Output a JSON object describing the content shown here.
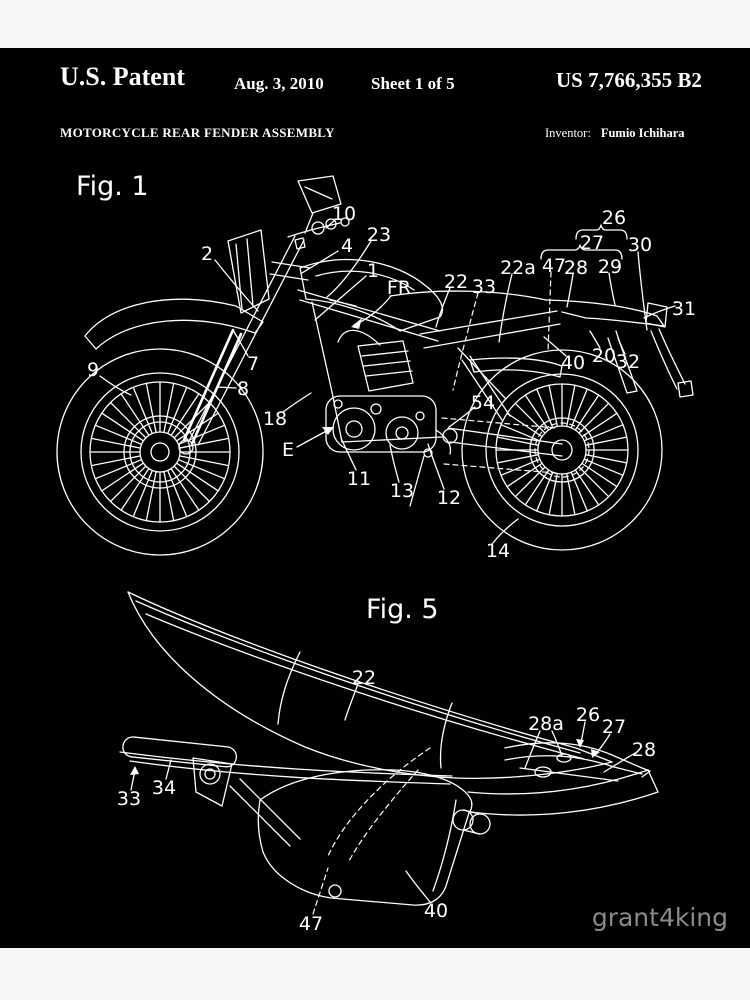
{
  "page": {
    "background": "#f6f6f6"
  },
  "poster": {
    "background": "#000000",
    "line_color": "#ffffff"
  },
  "header": {
    "patent_label": "U.S. Patent",
    "date": "Aug. 3, 2010",
    "sheet": "Sheet 1 of 5",
    "patent_number": "US 7,766,355 B2",
    "title": "MOTORCYCLE REAR FENDER ASSEMBLY",
    "inventor_label": "Inventor:",
    "inventor_name": "Fumio Ichihara"
  },
  "figure1": {
    "caption": "Fig. 1",
    "callouts": {
      "n2": "2",
      "n10": "10",
      "n23": "23",
      "n4": "4",
      "n1": "1",
      "fr": "FR",
      "n22": "22",
      "n33": "33",
      "n22a": "22a",
      "n47": "47",
      "n28": "28",
      "n29": "29",
      "n26": "26",
      "n27": "27",
      "n30": "30",
      "n31": "31",
      "n40": "40",
      "n20": "20",
      "n32": "32",
      "n54": "54",
      "n18": "18",
      "e": "E",
      "n9": "9",
      "n7": "7",
      "n8": "8",
      "n11": "11",
      "n13": "13",
      "n12": "12",
      "n14": "14"
    }
  },
  "figure5": {
    "caption": "Fig. 5",
    "callouts": {
      "n22": "22",
      "n28a": "28a",
      "n26": "26",
      "n27": "27",
      "n28": "28",
      "n33": "33",
      "n34": "34",
      "n47": "47",
      "n40": "40"
    }
  },
  "watermark": {
    "text": "grant4king",
    "color": "#8a8a8a"
  }
}
